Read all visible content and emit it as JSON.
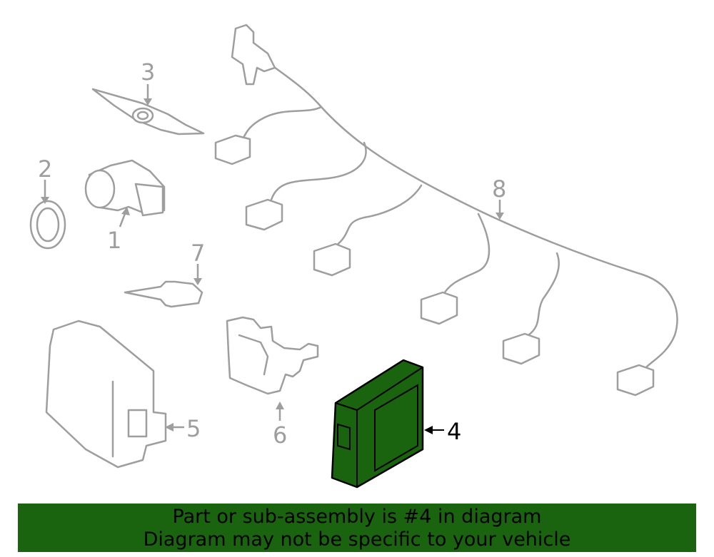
{
  "diagram": {
    "callouts": {
      "c1": "1",
      "c2": "2",
      "c3": "3",
      "c4": "4",
      "c5": "5",
      "c6": "6",
      "c7": "7",
      "c8": "8"
    },
    "highlight_color": "#1a6410",
    "part_outline_color": "#9e9e9e"
  },
  "banner": {
    "line1": "Part or sub-assembly is #4 in diagram",
    "line2": "Diagram may not be specific to your vehicle",
    "background": "#1a6410"
  }
}
